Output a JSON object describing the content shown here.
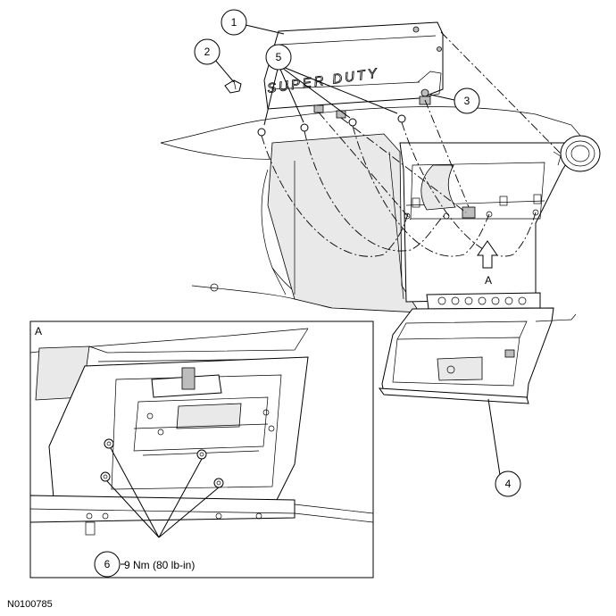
{
  "callouts": {
    "c1": "1",
    "c2": "2",
    "c3": "3",
    "c4": "4",
    "c5": "5",
    "c6": "6"
  },
  "panel_brand": "SUPER DUTY",
  "view_label": "A",
  "view_arrow_label": "A",
  "torque_spec": "9 Nm (80 lb-in)",
  "figure_id": "N0100785"
}
